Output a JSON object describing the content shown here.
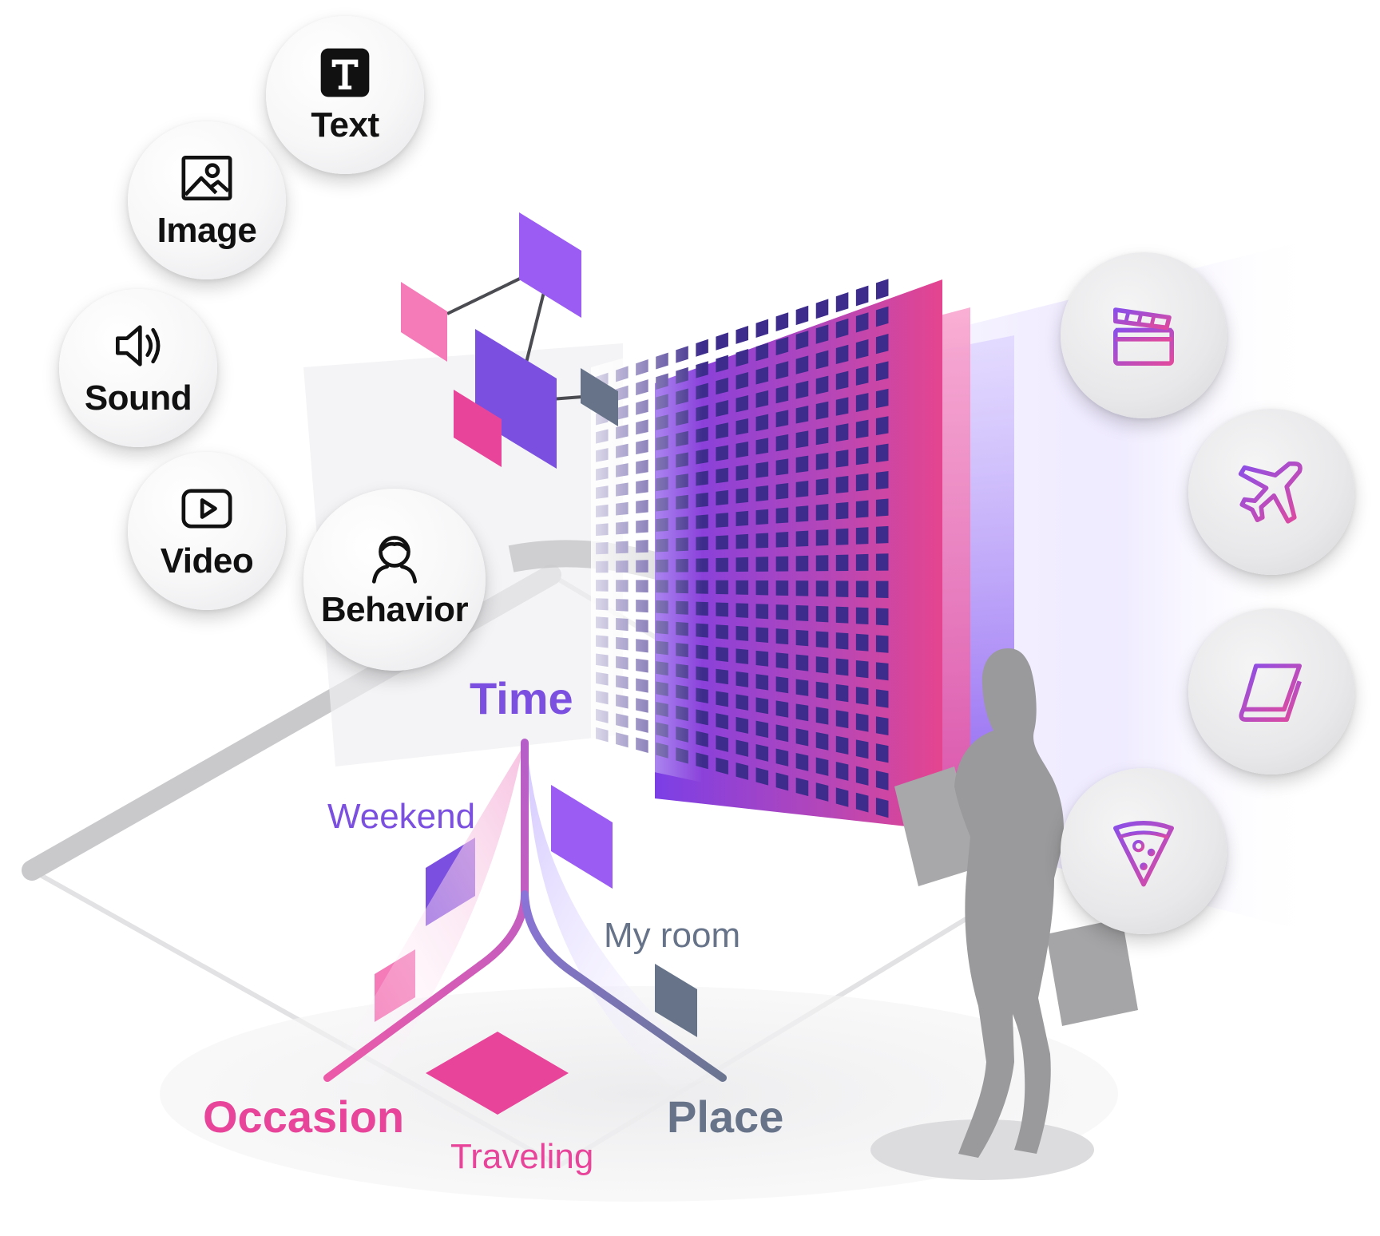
{
  "inputs": {
    "text": "Text",
    "image": "Image",
    "sound": "Sound",
    "video": "Video",
    "behavior": "Behavior"
  },
  "axes": {
    "time": "Time",
    "occasion": "Occasion",
    "place": "Place"
  },
  "values": {
    "weekend": "Weekend",
    "my_room": "My room",
    "traveling": "Traveling"
  },
  "categories": [
    "movie-icon",
    "airplane-icon",
    "book-icon",
    "pizza-icon"
  ],
  "colors": {
    "purple": "#7b4fe0",
    "violet": "#9a5cf2",
    "pink": "#e8459a",
    "light_pink": "#f47ab8",
    "slate": "#667389",
    "grid": "#3e2c8c"
  }
}
